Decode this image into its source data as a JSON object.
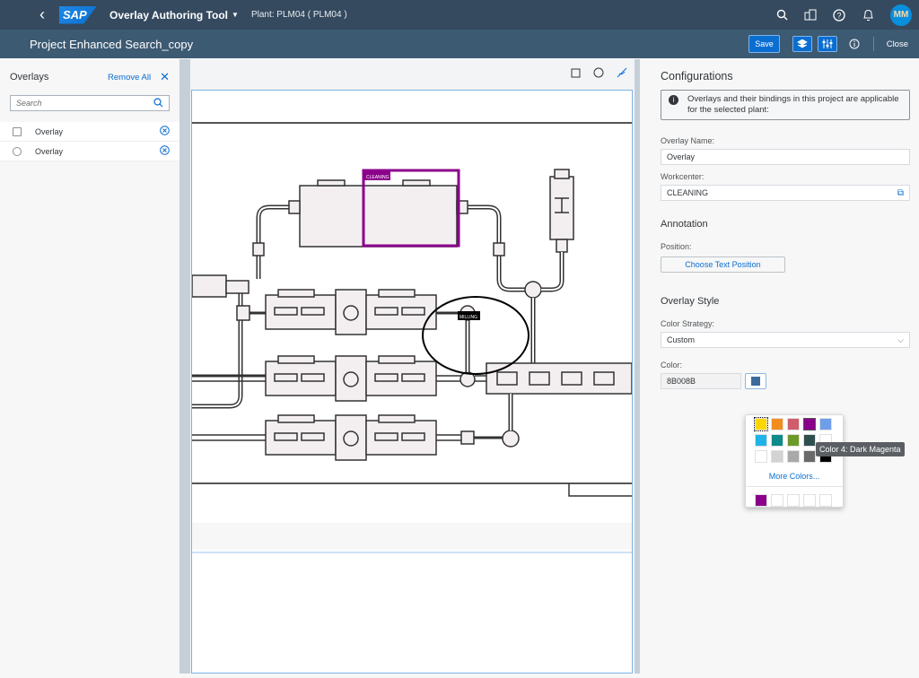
{
  "shell": {
    "logo": "SAP",
    "app_title": "Overlay Authoring Tool",
    "plant": "Plant: PLM04 ( PLM04 )",
    "avatar": "MM"
  },
  "header": {
    "title": "Project Enhanced Search_copy",
    "save_label": "Save",
    "close_label": "Close"
  },
  "left_panel": {
    "title": "Overlays",
    "remove_all": "Remove All",
    "search_placeholder": "Search",
    "items": [
      {
        "label": "Overlay",
        "selector": "checkbox"
      },
      {
        "label": "Overlay",
        "selector": "radio"
      }
    ]
  },
  "canvas": {
    "labels": {
      "cleaning": "CLEANING",
      "milling": "MILLING"
    }
  },
  "configurations": {
    "title": "Configurations",
    "info_text": "Overlays and their bindings in this project are applicable for the selected plant:",
    "overlay_name_label": "Overlay Name:",
    "overlay_name_value": "Overlay",
    "workcenter_label": "Workcenter:",
    "workcenter_value": "CLEANING",
    "annotation_title": "Annotation",
    "position_label": "Position:",
    "position_button": "Choose Text Position",
    "style_title": "Overlay Style",
    "strategy_label": "Color Strategy:",
    "strategy_value": "Custom",
    "color_label": "Color:",
    "color_value": "8B008B"
  },
  "palette": {
    "colors": [
      "#ffd700",
      "#f28c1c",
      "#d05d6b",
      "#8b008b",
      "#6f9ee8",
      "#1fb3e8",
      "#0d8a8a",
      "#6b9a2a",
      "#2f4f4f",
      "#ffffff",
      "#ffffff",
      "#d3d3d3",
      "#a9a9a9",
      "#696969",
      "#000000"
    ],
    "more_colors": "More Colors...",
    "recent": [
      "#8b008b",
      "#ffffff",
      "#ffffff",
      "#ffffff",
      "#ffffff"
    ],
    "tooltip": "Color 4: Dark Magenta"
  },
  "colors": {
    "shell": "#354a5f",
    "header": "#3d5a73",
    "accent": "#0a6ed1",
    "overlay": "#8b008b"
  }
}
